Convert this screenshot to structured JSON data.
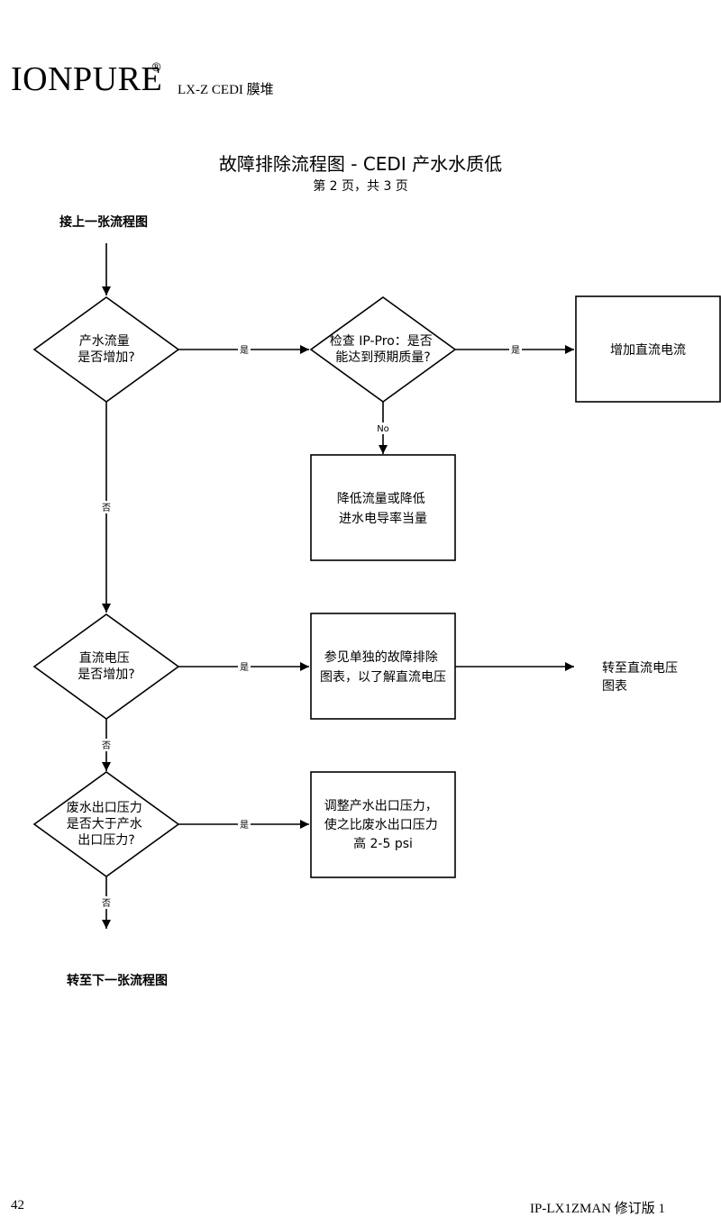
{
  "header": {
    "brand": "IONPURE",
    "registered_mark": "®",
    "product": "LX-Z CEDI 膜堆"
  },
  "title": "故障排除流程图 - CEDI 产水水质低",
  "subtitle": "第 2 页，共 3 页",
  "start_label": "接上一张流程图",
  "end_label": "转至下一张流程图",
  "nodes": {
    "d1": [
      "产水流量",
      "是否增加?"
    ],
    "d2": [
      "检查 IP-Pro：是否",
      "能达到预期质量?"
    ],
    "b1": [
      "增加直流电流"
    ],
    "b2": [
      "降低流量或降低",
      "进水电导率当量"
    ],
    "d3": [
      "直流电压",
      "是否增加?"
    ],
    "b3": [
      "参见单独的故障排除",
      "图表，以了解直流电压"
    ],
    "t1": [
      "转至直流电压",
      "图表"
    ],
    "d4": [
      "废水出口压力",
      "是否大于产水",
      "出口压力?"
    ],
    "b4": [
      "调整产水出口压力，",
      "使之比废水出口压力",
      "高 2-5 psi"
    ]
  },
  "edge_labels": {
    "yes": "是",
    "no": "否",
    "no_en": "No"
  },
  "footer": {
    "page_number": "42",
    "doc_id": "IP-LX1ZMAN 修订版 1"
  }
}
